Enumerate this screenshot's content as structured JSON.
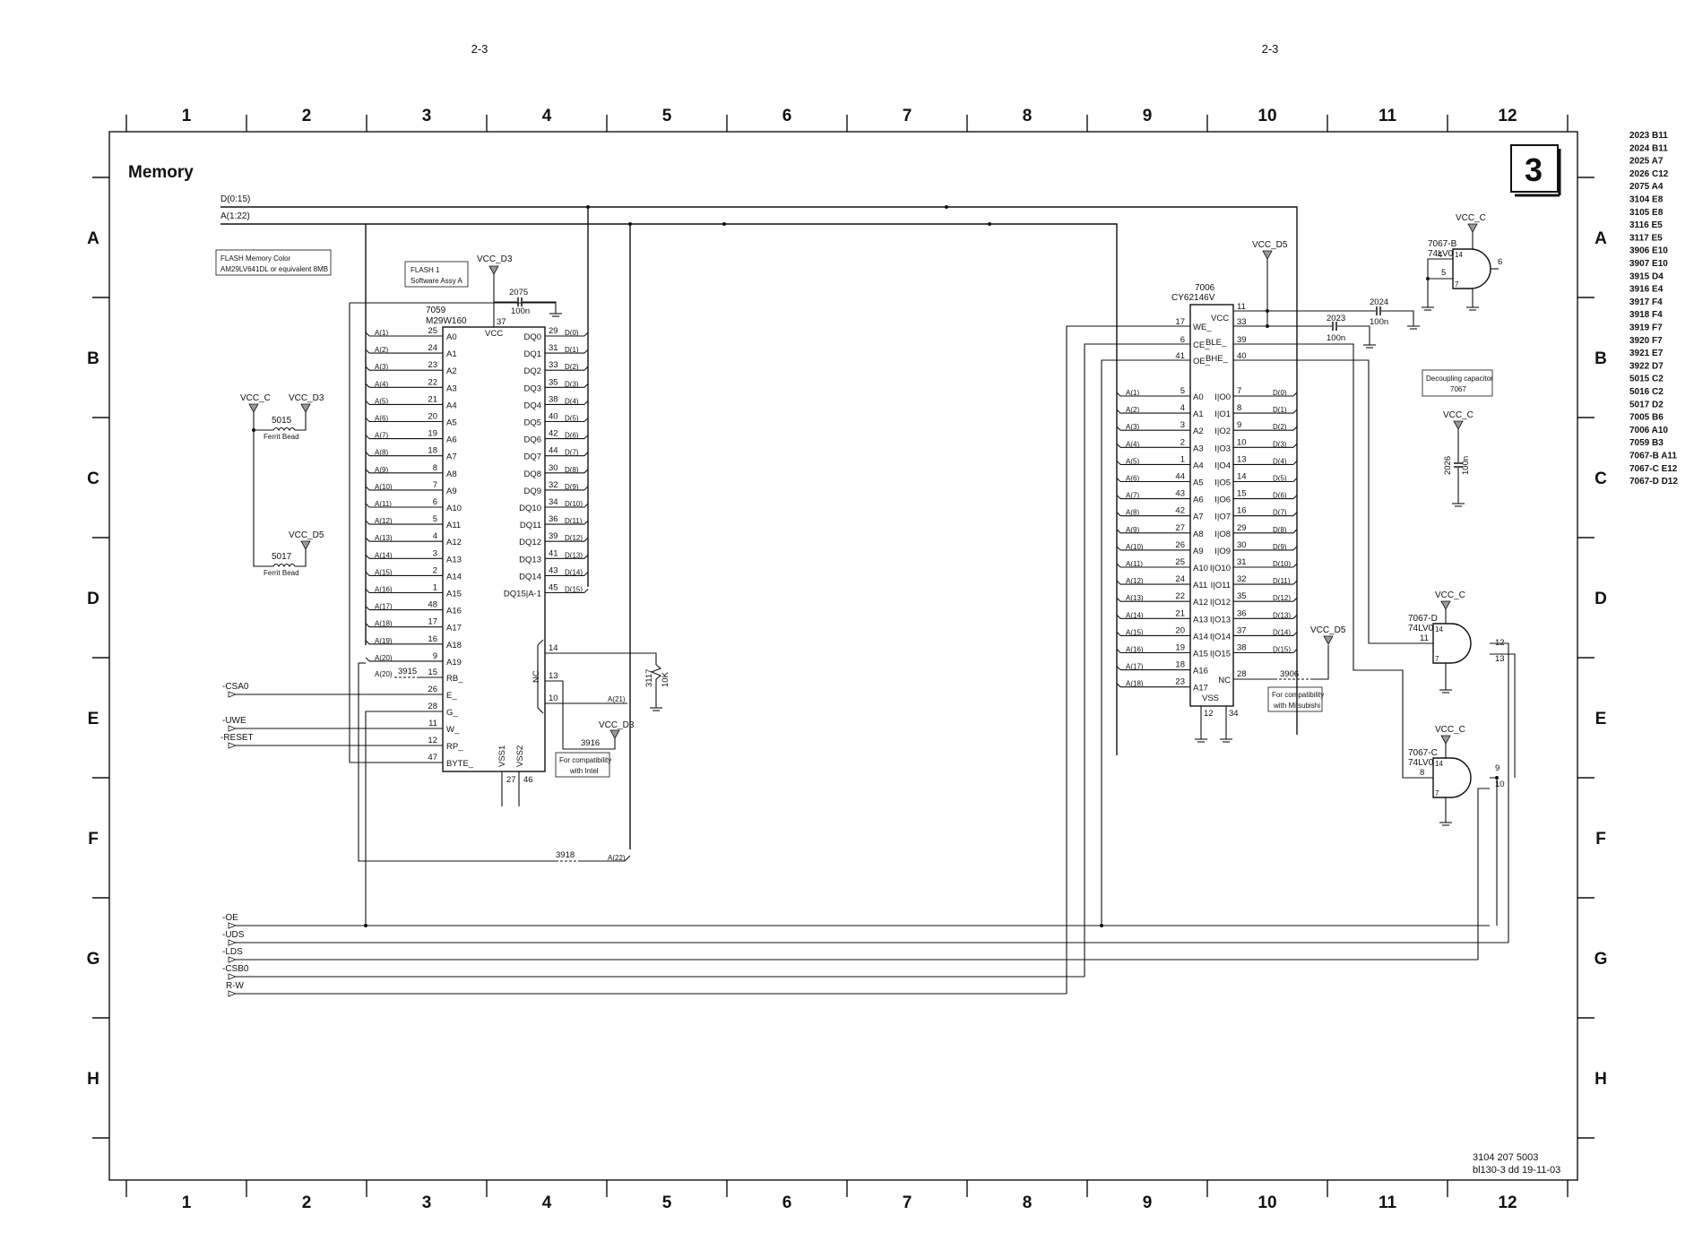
{
  "page": {
    "left_page_label": "2-3",
    "right_page_label": "2-3",
    "title": "Memory",
    "sheet_number": "3",
    "doc_number": "3104 207 5003",
    "doc_ref": "bl130-3 dd 19-11-03"
  },
  "grid": {
    "columns": [
      "1",
      "2",
      "3",
      "4",
      "5",
      "6",
      "7",
      "8",
      "9",
      "10",
      "11",
      "12"
    ],
    "rows": [
      "A",
      "B",
      "C",
      "D",
      "E",
      "F",
      "G",
      "H"
    ]
  },
  "component_index": [
    "2023 B11",
    "2024 B11",
    "2025 A7",
    "2026 C12",
    "2075 A4",
    "3104 E8",
    "3105 E8",
    "3116 E5",
    "3117 E5",
    "3906 E10",
    "3907 E10",
    "3915 D4",
    "3916 E4",
    "3917 F4",
    "3918 F4",
    "3919 F7",
    "3920 F7",
    "3921 E7",
    "3922 D7",
    "5015 C2",
    "5016 C2",
    "5017 D2",
    "7005 B6",
    "7006 A10",
    "7059 B3",
    "7067-B A11",
    "7067-C E12",
    "7067-D D12"
  ],
  "buses": {
    "data": "D(0:15)",
    "address": "A(1:22)"
  },
  "notes": {
    "flash_color_line1": "FLASH Memory Color",
    "flash_color_line2": "AM29LV641DL or equivalent 8MB",
    "flash1_line1": "FLASH 1",
    "flash1_line2": "Software Assy A",
    "intel_line1": "For compatibility",
    "intel_line2": "with Intel",
    "mitsu_line1": "For compatibility",
    "mitsu_line2": "with Mitsubishi",
    "decap_line1": "Decoupling capacitor",
    "decap_line2": "7067"
  },
  "power": {
    "vcc_c": "VCC_C",
    "vcc_d3": "VCC_D3",
    "vcc_d5": "VCC_D5"
  },
  "parts": {
    "flash": {
      "ref": "7059",
      "type": "M29W160",
      "vcc_pin": "37",
      "vcc_label": "VCC",
      "addr_pins": [
        [
          "25",
          "A0"
        ],
        [
          "24",
          "A1"
        ],
        [
          "23",
          "A2"
        ],
        [
          "22",
          "A3"
        ],
        [
          "21",
          "A4"
        ],
        [
          "20",
          "A5"
        ],
        [
          "19",
          "A6"
        ],
        [
          "18",
          "A7"
        ],
        [
          "8",
          "A8"
        ],
        [
          "7",
          "A9"
        ],
        [
          "6",
          "A10"
        ],
        [
          "5",
          "A11"
        ],
        [
          "4",
          "A12"
        ],
        [
          "3",
          "A13"
        ],
        [
          "2",
          "A14"
        ],
        [
          "1",
          "A15"
        ],
        [
          "48",
          "A16"
        ],
        [
          "17",
          "A17"
        ],
        [
          "16",
          "A18"
        ],
        [
          "9",
          "A19"
        ]
      ],
      "addr_nets": [
        "A(1)",
        "A(2)",
        "A(3)",
        "A(4)",
        "A(5)",
        "A(6)",
        "A(7)",
        "A(8)",
        "A(9)",
        "A(10)",
        "A(11)",
        "A(12)",
        "A(13)",
        "A(14)",
        "A(15)",
        "A(16)",
        "A(17)",
        "A(18)",
        "A(19)",
        "A(20)"
      ],
      "ctrl_pins": [
        [
          "15",
          "RB_"
        ],
        [
          "26",
          "E_"
        ],
        [
          "28",
          "G_"
        ],
        [
          "11",
          "W_"
        ],
        [
          "12",
          "RP_"
        ],
        [
          "47",
          "BYTE_"
        ]
      ],
      "data_pins": [
        [
          "29",
          "DQ0"
        ],
        [
          "31",
          "DQ1"
        ],
        [
          "33",
          "DQ2"
        ],
        [
          "35",
          "DQ3"
        ],
        [
          "38",
          "DQ4"
        ],
        [
          "40",
          "DQ5"
        ],
        [
          "42",
          "DQ6"
        ],
        [
          "44",
          "DQ7"
        ],
        [
          "30",
          "DQ8"
        ],
        [
          "32",
          "DQ9"
        ],
        [
          "34",
          "DQ10"
        ],
        [
          "36",
          "DQ11"
        ],
        [
          "39",
          "DQ12"
        ],
        [
          "41",
          "DQ13"
        ],
        [
          "43",
          "DQ14"
        ],
        [
          "45",
          "DQ15|A-1"
        ]
      ],
      "data_nets": [
        "D(0)",
        "D(1)",
        "D(2)",
        "D(3)",
        "D(4)",
        "D(5)",
        "D(6)",
        "D(7)",
        "D(8)",
        "D(9)",
        "D(10)",
        "D(11)",
        "D(12)",
        "D(13)",
        "D(14)",
        "D(15)"
      ],
      "nc_pins": [
        "14",
        "13",
        "10"
      ],
      "nc_label": "NC",
      "vss1": "VSS1",
      "vss2": "VSS2",
      "vss_pins": [
        "27",
        "46"
      ]
    },
    "sram": {
      "ref": "7006",
      "type": "CY62146V",
      "top_pins": [
        [
          "11",
          "VCC"
        ],
        [
          "17",
          "WE_"
        ],
        [
          "33",
          ""
        ],
        [
          "6",
          "CE_"
        ],
        [
          "39",
          "BLE_"
        ],
        [
          "41",
          "OE_"
        ],
        [
          "40",
          "BHE_"
        ]
      ],
      "vcc_label": "VCC",
      "addr_pins": [
        [
          "5",
          "A0"
        ],
        [
          "4",
          "A1"
        ],
        [
          "3",
          "A2"
        ],
        [
          "2",
          "A3"
        ],
        [
          "1",
          "A4"
        ],
        [
          "44",
          "A5"
        ],
        [
          "43",
          "A6"
        ],
        [
          "42",
          "A7"
        ],
        [
          "27",
          "A8"
        ],
        [
          "26",
          "A9"
        ],
        [
          "25",
          "A10"
        ],
        [
          "24",
          "A11"
        ],
        [
          "22",
          "A12"
        ],
        [
          "21",
          "A13"
        ],
        [
          "20",
          "A14"
        ],
        [
          "19",
          "A15"
        ],
        [
          "18",
          "A16"
        ],
        [
          "23",
          "A17"
        ]
      ],
      "addr_nets": [
        "A(1)",
        "A(2)",
        "A(3)",
        "A(4)",
        "A(5)",
        "A(6)",
        "A(7)",
        "A(8)",
        "A(9)",
        "A(10)",
        "A(11)",
        "A(12)",
        "A(13)",
        "A(14)",
        "A(15)",
        "A(16)",
        "A(17)",
        "A(18)"
      ],
      "data_pins": [
        [
          "7",
          "I|O0"
        ],
        [
          "8",
          "I|O1"
        ],
        [
          "9",
          "I|O2"
        ],
        [
          "10",
          "I|O3"
        ],
        [
          "13",
          "I|O4"
        ],
        [
          "14",
          "I|O5"
        ],
        [
          "15",
          "I|O6"
        ],
        [
          "16",
          "I|O7"
        ],
        [
          "29",
          "I|O8"
        ],
        [
          "30",
          "I|O9"
        ],
        [
          "31",
          "I|O10"
        ],
        [
          "32",
          "I|O11"
        ],
        [
          "35",
          "I|O12"
        ],
        [
          "36",
          "I|O13"
        ],
        [
          "37",
          "I|O14"
        ],
        [
          "38",
          "I|O15"
        ]
      ],
      "data_nets": [
        "D(0)",
        "D(1)",
        "D(2)",
        "D(3)",
        "D(4)",
        "D(5)",
        "D(6)",
        "D(7)",
        "D(8)",
        "D(9)",
        "D(10)",
        "D(11)",
        "D(12)",
        "D(13)",
        "D(14)",
        "D(15)"
      ],
      "nc": [
        "28",
        "NC"
      ],
      "vss": "VSS",
      "vss_pins": [
        "12",
        "34"
      ]
    },
    "gate_b": {
      "ref": "7067-B",
      "type": "74LV08PW",
      "in1": "4",
      "in2": "5",
      "out": "6",
      "vcc_pin": "14",
      "gnd_pin": "7"
    },
    "gate_d": {
      "ref": "7067-D",
      "type": "74LV08PW",
      "in1": "11",
      "in2": "13",
      "out": "12",
      "vcc_pin": "14",
      "gnd_pin": "7"
    },
    "gate_c": {
      "ref": "7067-C",
      "type": "74LV08PW",
      "in1": "8",
      "in2": "10",
      "out": "9",
      "vcc_pin": "14",
      "gnd_pin": "7"
    },
    "c2075": {
      "ref": "2075",
      "value": "100n"
    },
    "c2023": {
      "ref": "2023",
      "value": "100n"
    },
    "c2024": {
      "ref": "2024",
      "value": "100n"
    },
    "c2026": {
      "ref": "2026",
      "value": "100n"
    },
    "l5015": {
      "ref": "5015",
      "type": "Ferrit Bead"
    },
    "l5017": {
      "ref": "5017",
      "type": "Ferrit Bead"
    },
    "r3117": {
      "ref": "3117",
      "value": "10K"
    },
    "r3915": {
      "ref": "3915"
    },
    "r3916": {
      "ref": "3916"
    },
    "r3918": {
      "ref": "3918",
      "net": "A(22)"
    },
    "r3906": {
      "ref": "3906"
    },
    "net_a21": "A(21)"
  },
  "signals": {
    "csa0": "-CSA0",
    "uwe": "-UWE",
    "reset": "-RESET",
    "oe": "-OE",
    "uds": "-UDS",
    "lds": "-LDS",
    "csb0": "-CSB0",
    "rw": "R-W"
  }
}
